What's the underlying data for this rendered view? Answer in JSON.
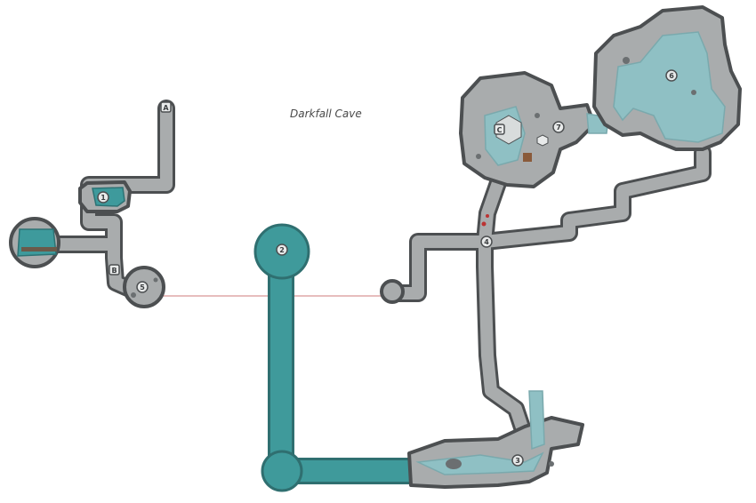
{
  "map": {
    "title": "Darkfall Cave",
    "markers": [
      {
        "id": "m1",
        "label": "1"
      },
      {
        "id": "m2",
        "label": "2"
      },
      {
        "id": "m3",
        "label": "3"
      },
      {
        "id": "m4",
        "label": "4"
      },
      {
        "id": "m5",
        "label": "5"
      },
      {
        "id": "m6",
        "label": "6"
      },
      {
        "id": "m7",
        "label": "7"
      },
      {
        "id": "mA",
        "label": "A"
      },
      {
        "id": "mB",
        "label": "B"
      },
      {
        "id": "mC",
        "label": "C"
      }
    ],
    "colors": {
      "rock_floor": "#a9acad",
      "wall": "#4c4f51",
      "shallow_water": "#8fc0c4",
      "deep_water": "#3e9a9c",
      "connector_line": "#cf7b7b"
    }
  }
}
